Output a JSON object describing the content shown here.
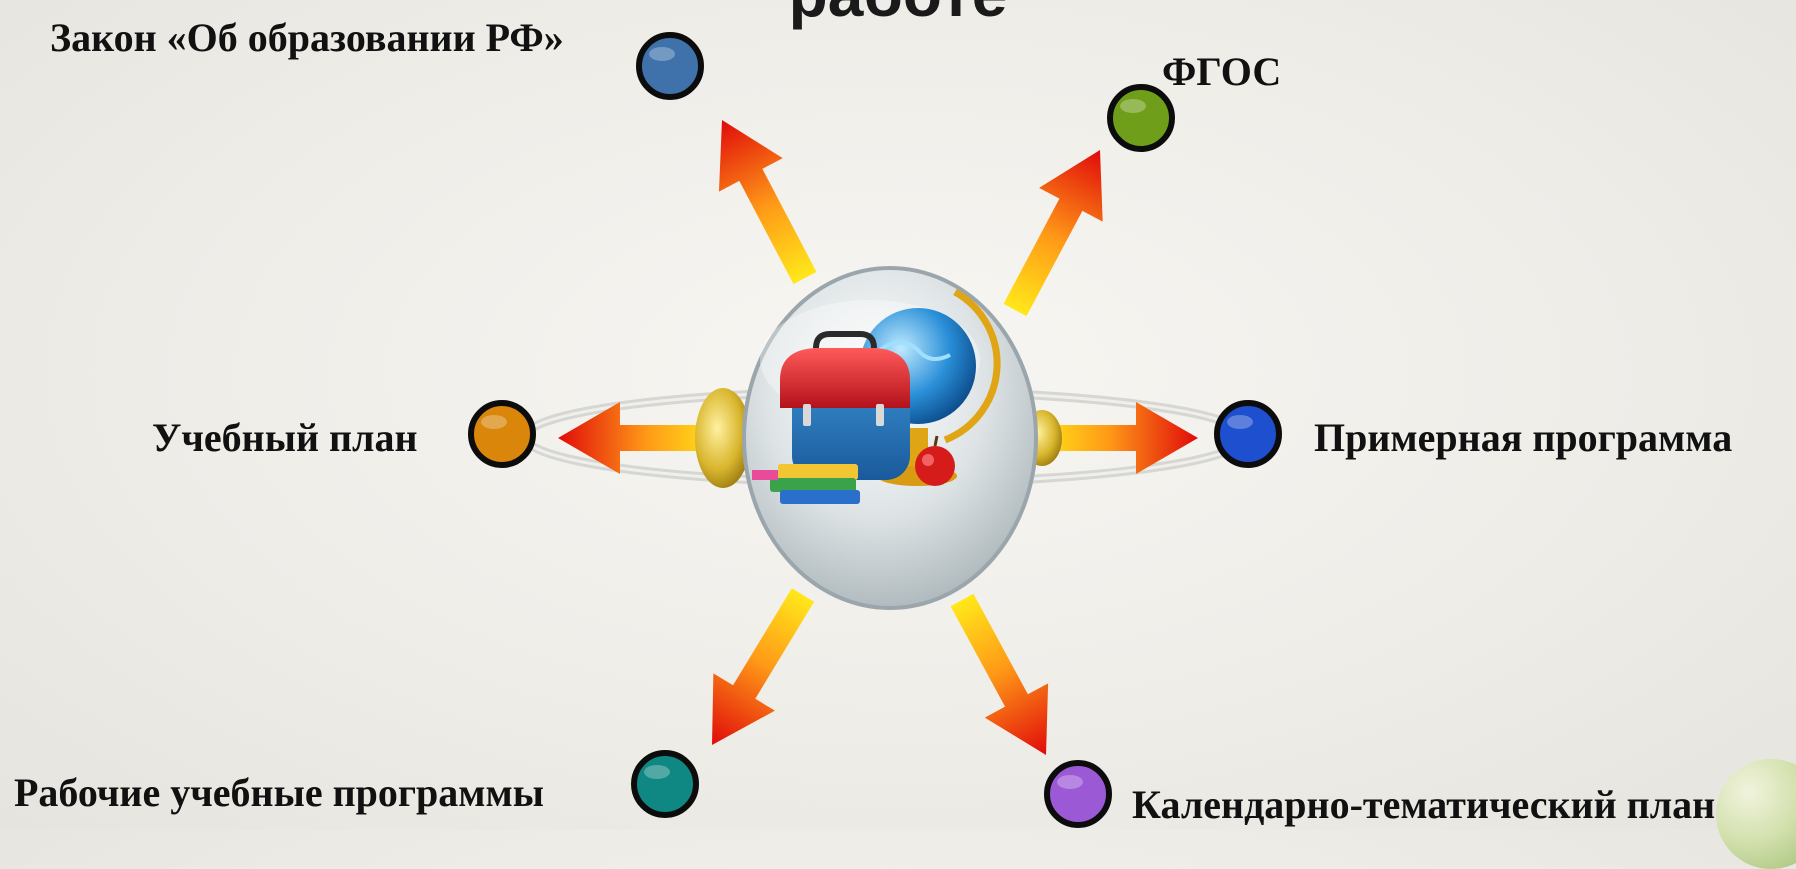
{
  "diagram": {
    "title": "работе",
    "center_icon": "school-supplies-icon",
    "nodes": [
      {
        "id": "law",
        "label": "Закон «Об образовании РФ»",
        "color": "#3f72ab"
      },
      {
        "id": "fgos",
        "label": "ФГОС",
        "color": "#6f9e1a"
      },
      {
        "id": "curriculum",
        "label": "Учебный план",
        "color": "#d9860b"
      },
      {
        "id": "sample-program",
        "label": "Примерная программа",
        "color": "#1e4fcf"
      },
      {
        "id": "work-programs",
        "label": "Рабочие учебные программы",
        "color": "#0f8782"
      },
      {
        "id": "calendar-plan",
        "label": "Календарно-тематический план",
        "color": "#9b59d6"
      }
    ]
  }
}
